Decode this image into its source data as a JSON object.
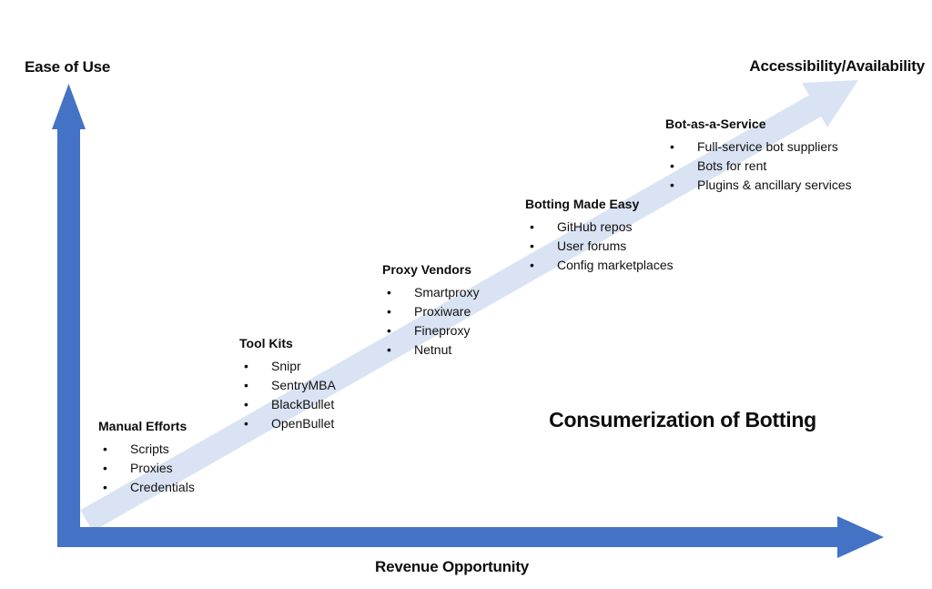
{
  "title": "Consumerization of Botting",
  "axes": {
    "y_label": "Ease of Use",
    "x_label": "Revenue Opportunity",
    "diagonal_label": "Accessibility/Availability"
  },
  "colors": {
    "axis_blue": "#4472C4",
    "band_light_blue": "#DAE3F3",
    "text": "#111111"
  },
  "stages": [
    {
      "title": "Manual Efforts",
      "items": [
        "Scripts",
        "Proxies",
        "Credentials"
      ]
    },
    {
      "title": "Tool Kits",
      "items": [
        "Snipr",
        "SentryMBA",
        "BlackBullet",
        "OpenBullet"
      ]
    },
    {
      "title": "Proxy Vendors",
      "items": [
        "Smartproxy",
        "Proxiware",
        "Fineproxy",
        "Netnut"
      ]
    },
    {
      "title": "Botting Made Easy",
      "items": [
        "GitHub repos",
        "User forums",
        "Config marketplaces"
      ]
    },
    {
      "title": "Bot-as-a-Service",
      "items": [
        "Full-service bot suppliers",
        "Bots for rent",
        "Plugins & ancillary services"
      ]
    }
  ]
}
